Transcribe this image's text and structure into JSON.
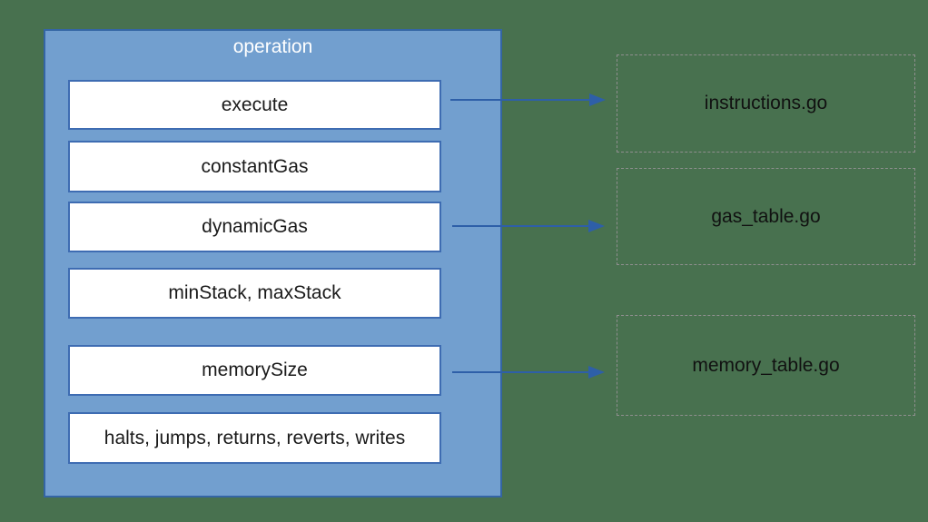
{
  "diagram": {
    "type": "flow-diagram",
    "description": "operation struct fields mapped to Go source files"
  },
  "operation": {
    "title": "operation",
    "fields": [
      {
        "label": "execute"
      },
      {
        "label": "constantGas"
      },
      {
        "label": "dynamicGas"
      },
      {
        "label": "minStack, maxStack"
      },
      {
        "label": "memorySize"
      },
      {
        "label": "halts, jumps, returns, reverts, writes"
      }
    ]
  },
  "files": [
    {
      "label": "instructions.go"
    },
    {
      "label": "gas_table.go"
    },
    {
      "label": "memory_table.go"
    }
  ],
  "arrows": [
    {
      "from": "execute",
      "to": "instructions.go"
    },
    {
      "from": "dynamicGas",
      "to": "gas_table.go"
    },
    {
      "from": "memorySize",
      "to": "memory_table.go"
    }
  ],
  "colors": {
    "background": "#48714f",
    "panel_fill": "#729fcf",
    "panel_border": "#3465a4",
    "field_fill": "#ffffff",
    "field_border": "#3e6cb2",
    "field_text": "#1a1a1a",
    "title_text": "#ffffff",
    "arrow": "#2e5fa8",
    "file_border": "#8f8f8f",
    "file_text": "#111111"
  }
}
